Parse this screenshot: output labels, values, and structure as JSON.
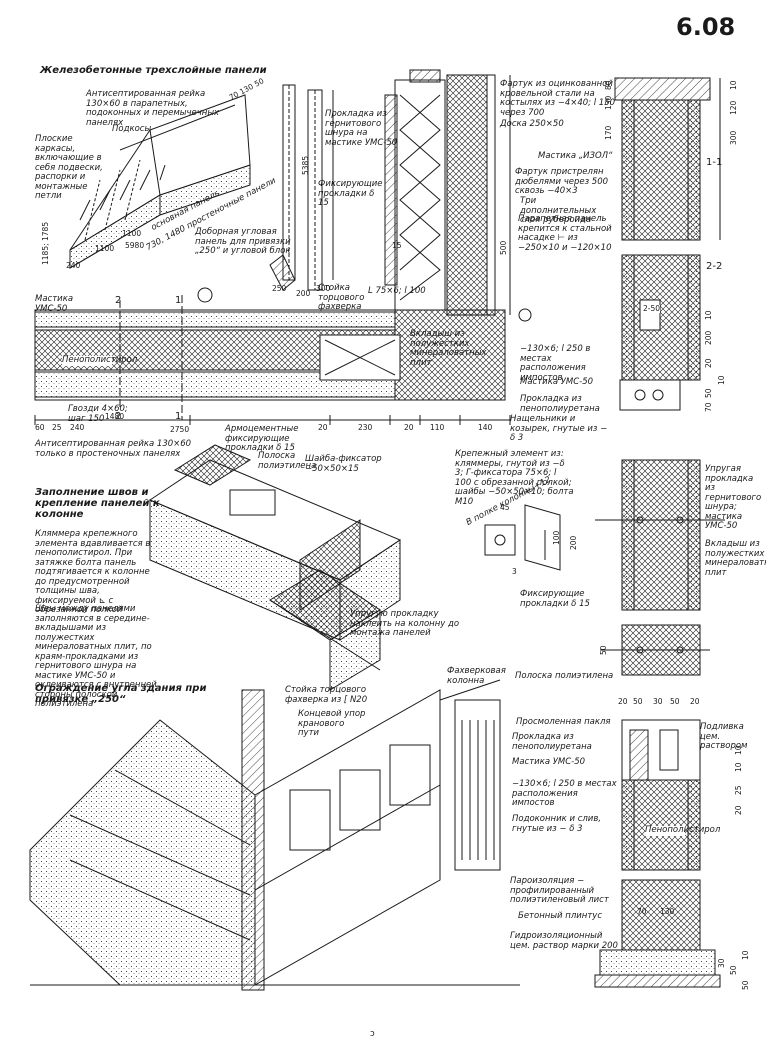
{
  "sheet_number": "6.08",
  "title": "Железобетонные трехслойные панели",
  "panel": {
    "rail_note": "Антисептированная рейка 130×60 в парапетных, подоконных и перемычечных панелях",
    "frames_note": "Плоские каркасы, включающие в себя подвески, распорки и монтажные петли",
    "hangers": "Подкосы",
    "main_panel": "основная панель",
    "wall_panel_dim": "730, 1480 простеночные панели",
    "corner_panel": "Доборная угловая панель для привязки „250“ и угловой блок",
    "dims_top": "70 130 50",
    "dims_left": "1185; 1785",
    "dims_bottom": [
      "240",
      "1100",
      "1100",
      "5980"
    ]
  },
  "column": {
    "dim_5385": "5385",
    "dim_250": "250",
    "dim_200": "200",
    "dim_50": "50",
    "dim_300": "300",
    "end_post": "Стойка торцового фахверка",
    "angle": "L 75×6; l 100"
  },
  "gasket": {
    "gasket_note": "Прокладка из гернитового шнура на мастике УМС-50",
    "fixing_pads": "Фиксирующие прокладки δ 15",
    "dim_500": "500",
    "dim_15": "15",
    "mineral_insert": "Вкладыш из полужестких минераловатных плит"
  },
  "plan": {
    "mastic": "Мастика УМС-50",
    "foam": "Пенополистирол",
    "nails": "Гвозди 4×60; шаг 150",
    "rail_wall": "Антисептированная рейка 130×60 только в простеночных панелях",
    "dims": [
      "60",
      "25",
      "240",
      "2750",
      "1480"
    ],
    "cut_marks": [
      "2",
      "1",
      "2",
      "1"
    ],
    "right_dims": [
      "20",
      "230",
      "20",
      "110",
      "140"
    ]
  },
  "section_1_1": {
    "label": "1-1",
    "flashing": "Фартук из оцинкованной кровельной стали на костылях из −4×40; l 150 через 700",
    "board": "Доска 250×50",
    "mastic_izol": "Мастика „ИЗОЛ“",
    "flashing_dowels": "Фартук пристрелян дюбелями через 500 сквозь −40×3",
    "roofing": "Три дополнительных слоя рубероида",
    "parapet": "Парапетная панель крепится к стальной насадке ⊢ из −250×10 и −120×10",
    "dims": [
      "10",
      "120",
      "300",
      "170",
      "130",
      "80"
    ]
  },
  "section_2_2": {
    "label": "2-2",
    "plates": "−130×6; l 250 в местах расположения импостов",
    "mastic": "Мастика УМС-50",
    "polyurethane": "Прокладка из пенополиуретана",
    "visors": "Нащельники и козырек, гнутые из − δ 3",
    "dims": [
      "200",
      "10",
      "20",
      "50",
      "70",
      "10"
    ],
    "label_2_50": "2-50"
  },
  "joint": {
    "title": "Заполнение швов и крепление панелей к колонне",
    "text1": "Кляммера крепежного элемента вдавливается в пенополистирол. При затяжке болта панель подтягивается к колонне до предусмотренной толщины шва, фиксируемой ⊾ с обрезанной полкой",
    "text2": "Швы между панелями заполняются в середине-вкладышами из полужестких минераловатных плит, по краям-прокладками из гернитового шнура на мастике УМС-50 и оклеиваются с внутренней стороны полоской полиэтилена",
    "reinf_pads": "Армоцементные фиксирующие прокладки δ 15",
    "poly_strip": "Полоска полиэтилена",
    "washer": "Шайба-фиксатор −50×50×15",
    "elastic": "Упругую прокладку наклеить на колонну до монтажа панелей",
    "fastener": "Крепежный элемент из: кляммеры, гнутой из −δ 3; Г-фиксатора 75×6; l 100 с обрезанной полкой; шайбы −50×50×10; болта М10",
    "column_width": "В полке колонны+12",
    "fix_pads": "Фиксирующие прокладки δ 15",
    "dims": [
      "45",
      "200",
      "100",
      "3"
    ]
  },
  "joint_section": {
    "elastic_gasket": "Упругая прокладка из гернитового шнура; мастика УМС-50",
    "mineral_insert": "Вкладыш из полужестких минераловатных плит",
    "poly_strip": "Полоска полиэтилена",
    "dim_50": "50"
  },
  "sill": {
    "dims_top": [
      "20",
      "50",
      "30",
      "50",
      "20"
    ],
    "tow": "Просмоленная пакля",
    "polyurethane": "Прокладка из пенополиуретана",
    "mastic": "Мастика УМС-50",
    "plates": "−130×6; l 250 в местах расположения импостов",
    "sill_note": "Подоконник и слив, гнутые из − δ 3",
    "cement_fill": "Подливка цем. раствором",
    "foam": "Пенополистирол",
    "dims_right": [
      "10",
      "10",
      "25",
      "20"
    ]
  },
  "base": {
    "vapor": "Пароизоляция − профилированный полиэтиленовый лист",
    "plinth": "Бетонный плинтус",
    "waterproof": "Гидроизоляционный цем. раствор марки 200",
    "dims": [
      "70",
      "130",
      "50",
      "30",
      "50",
      "10"
    ]
  },
  "corner": {
    "title": "Ограждение угла здания при привязке „250“",
    "end_post": "Стойка торцового фахверка из [ N20",
    "crane_stop": "Концевой упор кранового пути",
    "framework_col": "Фахверковая колонна"
  },
  "page_mark": "ɔ",
  "colors": {
    "ink": "#1a1a1a",
    "paper": "#ffffff"
  }
}
